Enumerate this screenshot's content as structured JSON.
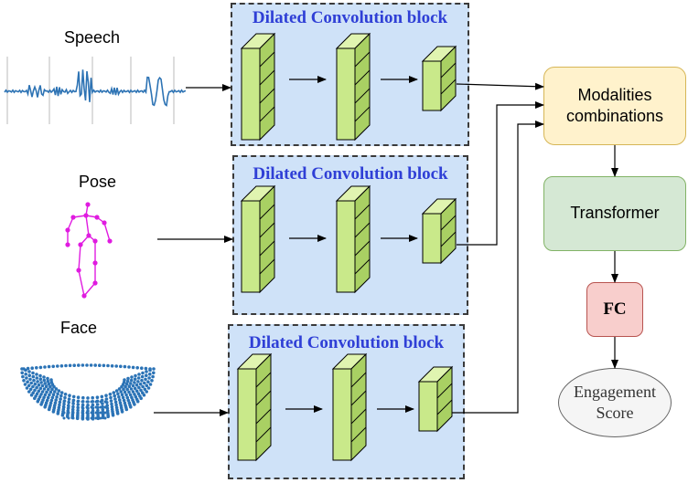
{
  "inputs": {
    "speech": "Speech",
    "pose": "Pose",
    "face": "Face"
  },
  "blocks": [
    {
      "title": "Dilated Convolution block"
    },
    {
      "title": "Dilated Convolution block"
    },
    {
      "title": "Dilated Convolution block"
    }
  ],
  "nodes": {
    "modalities": "Modalities combinations",
    "transformer": "Transformer",
    "fc": "FC",
    "engagement": "Engagement Score"
  },
  "colors": {
    "block_fill": "#cfe2f8",
    "block_title": "#2f3fd6",
    "cube_face": "#c9e98a",
    "cube_top": "#e0f4b0",
    "cube_side": "#a9d063",
    "speech_wave": "#2d73b4",
    "pose_skeleton": "#e01be0",
    "face_points": "#2b73b6"
  }
}
